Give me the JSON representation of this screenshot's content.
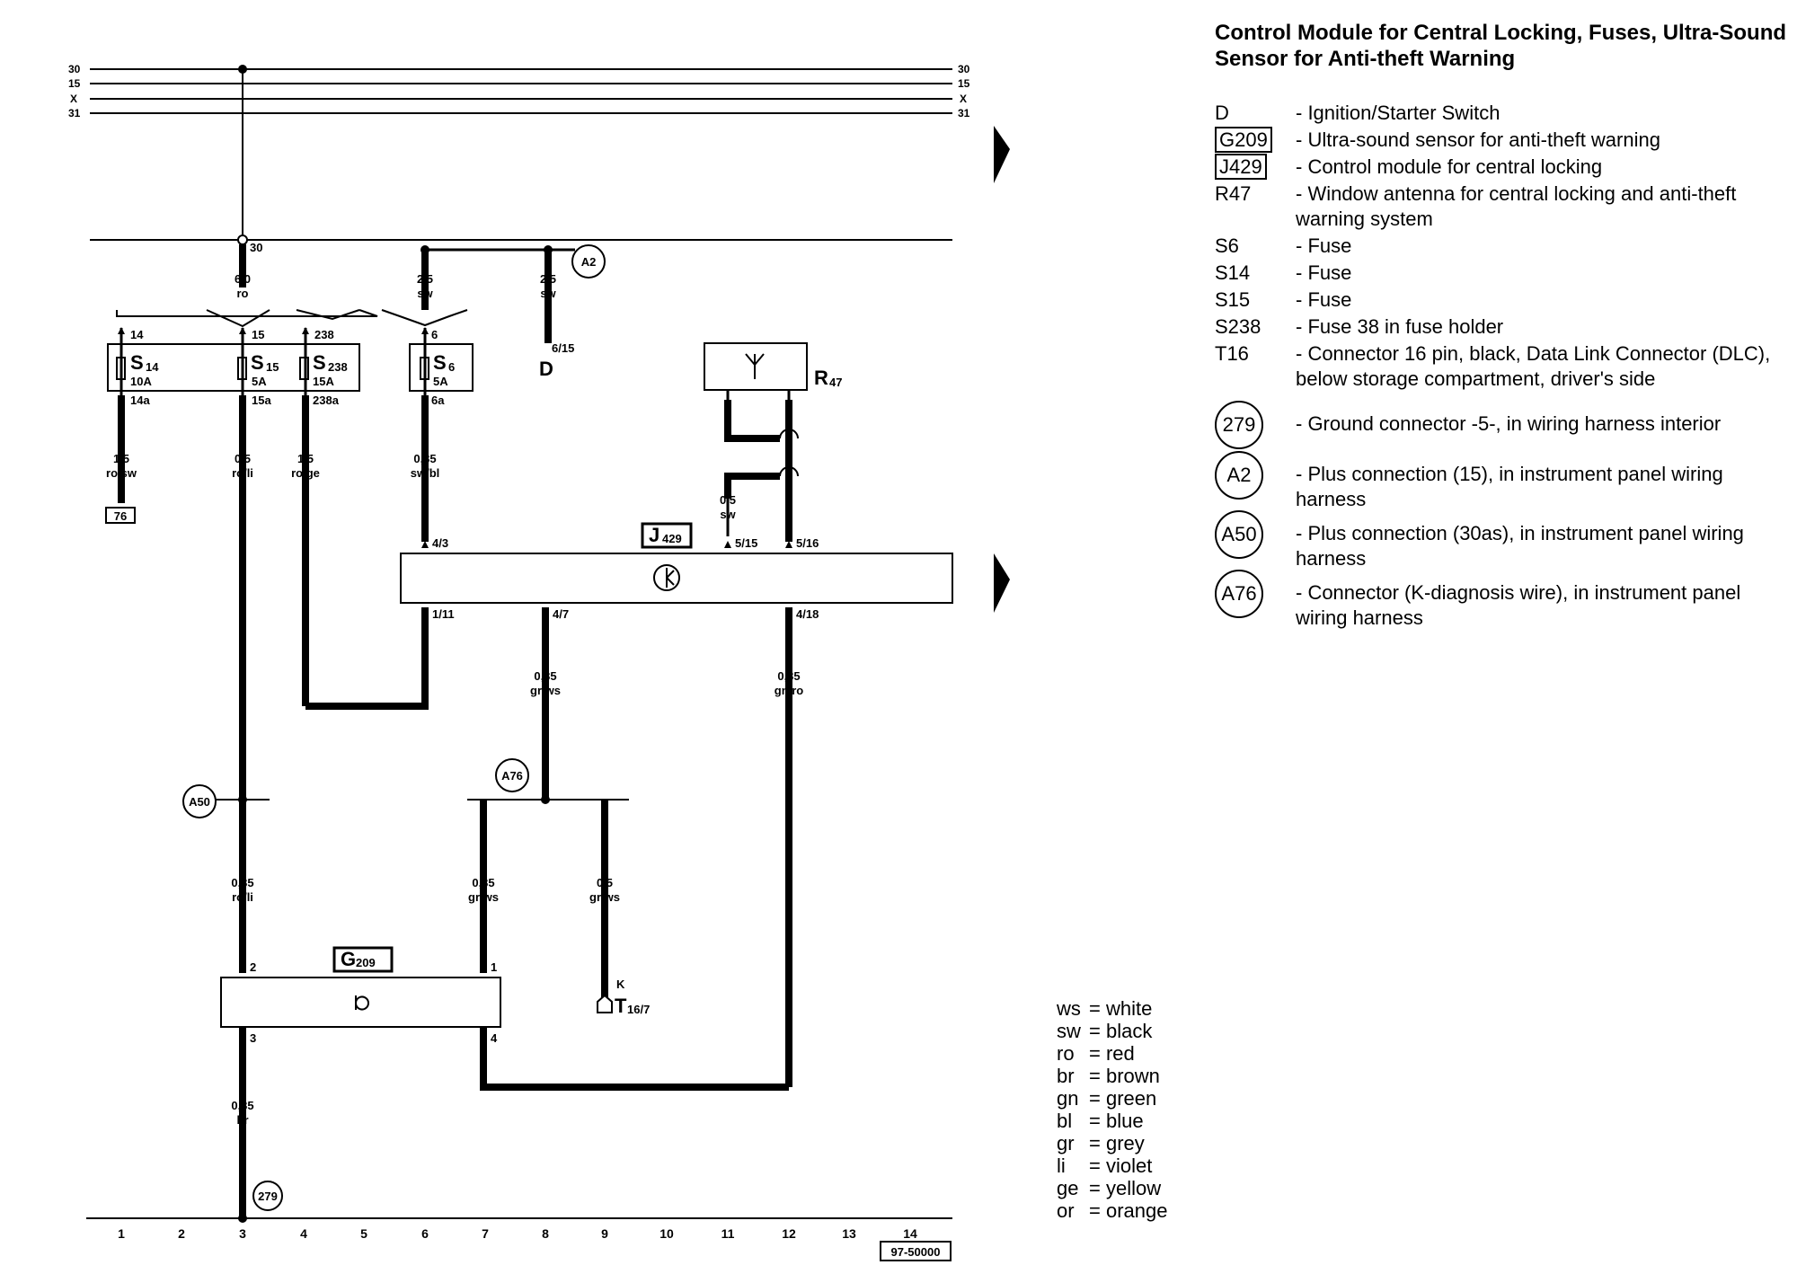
{
  "title": "Control Module for Central Locking, Fuses, Ultra-Sound Sensor for Anti-theft Warning",
  "legend": [
    {
      "code": "D",
      "style": "plain",
      "desc": "- Ignition/Starter Switch"
    },
    {
      "code": "G209",
      "style": "boxed",
      "desc": "- Ultra-sound sensor for anti-theft warning"
    },
    {
      "code": "J429",
      "style": "boxed",
      "desc": "- Control module for central locking"
    },
    {
      "code": "R47",
      "style": "plain",
      "desc": "- Window antenna for central locking and anti-theft warning system"
    },
    {
      "code": "S6",
      "style": "plain",
      "desc": "- Fuse"
    },
    {
      "code": "S14",
      "style": "plain",
      "desc": "- Fuse"
    },
    {
      "code": "S15",
      "style": "plain",
      "desc": "- Fuse"
    },
    {
      "code": "S238",
      "style": "plain",
      "desc": "- Fuse 38 in fuse holder"
    },
    {
      "code": "T16",
      "style": "plain",
      "desc": "- Connector 16 pin, black, Data Link Connector (DLC), below storage compartment, driver's side"
    },
    {
      "code": "279",
      "style": "circle",
      "desc": "- Ground connector -5-, in wiring harness interior"
    },
    {
      "code": "A2",
      "style": "circle",
      "desc": "- Plus connection (15), in instrument panel wiring harness"
    },
    {
      "code": "A50",
      "style": "circle",
      "desc": "- Plus connection (30as), in instrument panel wiring harness"
    },
    {
      "code": "A76",
      "style": "circle",
      "desc": "- Connector (K-diagnosis wire), in instrument panel wiring harness"
    }
  ],
  "color_codes": [
    {
      "abbr": "ws",
      "name": "white"
    },
    {
      "abbr": "sw",
      "name": "black"
    },
    {
      "abbr": "ro",
      "name": "red"
    },
    {
      "abbr": "br",
      "name": "brown"
    },
    {
      "abbr": "gn",
      "name": "green"
    },
    {
      "abbr": "bl",
      "name": "blue"
    },
    {
      "abbr": "gr",
      "name": "grey"
    },
    {
      "abbr": "li",
      "name": "violet"
    },
    {
      "abbr": "ge",
      "name": "yellow"
    },
    {
      "abbr": "or",
      "name": "orange"
    }
  ],
  "rails": [
    "30",
    "15",
    "X",
    "31"
  ],
  "tracks": [
    "1",
    "2",
    "3",
    "4",
    "5",
    "6",
    "7",
    "8",
    "9",
    "10",
    "11",
    "12",
    "13",
    "14"
  ],
  "drawing_number": "97-50000",
  "components": {
    "s14": "S",
    "s14_sub": "14",
    "s14_rating": "10A",
    "s15": "S",
    "s15_sub": "15",
    "s15_rating": "5A",
    "s238": "S",
    "s238_sub": "238",
    "s238_rating": "15A",
    "s6": "S",
    "s6_sub": "6",
    "s6_rating": "5A",
    "d": "D",
    "r47": "R",
    "r47_sub": "47",
    "j429": "J",
    "j429_sub": "429",
    "g209": "G",
    "g209_sub": "209",
    "t16": "T",
    "t16_sub": "16/7",
    "t16_pin": "K",
    "c76": "76"
  },
  "connections": {
    "a2": "A2",
    "a50": "A50",
    "a76": "A76",
    "g279": "279"
  },
  "wires": {
    "w30_size": "6,0",
    "w30_col": "ro",
    "ws6_size": "2,5",
    "ws6_col": "sw",
    "wd_size": "2,5",
    "wd_col": "sw",
    "w14_size": "1,5",
    "w14_col": "ro/sw",
    "w15_size": "0,5",
    "w15_col": "ro/li",
    "w238_size": "1,5",
    "w238_col": "ro/ge",
    "w6a_size": "0,35",
    "w6a_col": "sw/bl",
    "w515_size": "0,5",
    "w515_col": "sw",
    "w47_size": "0,35",
    "w47_col": "gr/ws",
    "w418_size": "0,35",
    "w418_col": "gn/ro",
    "wg2_size": "0,35",
    "wg2_col": "ro/li",
    "wg1_size": "0,35",
    "wg1_col": "gr/ws",
    "wt_size": "0,5",
    "wt_col": "gr/ws",
    "wg3_size": "0,35",
    "wg3_col": "br"
  },
  "pins": {
    "p30": "30",
    "p14": "14",
    "p15": "15",
    "p238": "238",
    "p6": "6",
    "p14a": "14a",
    "p15a": "15a",
    "p238a": "238a",
    "p6a": "6a",
    "p615": "6/15",
    "j43": "4/3",
    "j515": "5/15",
    "j516": "5/16",
    "j111": "1/11",
    "j47": "4/7",
    "j418": "4/18",
    "g2": "2",
    "g1": "1",
    "g3": "3",
    "g4": "4"
  }
}
